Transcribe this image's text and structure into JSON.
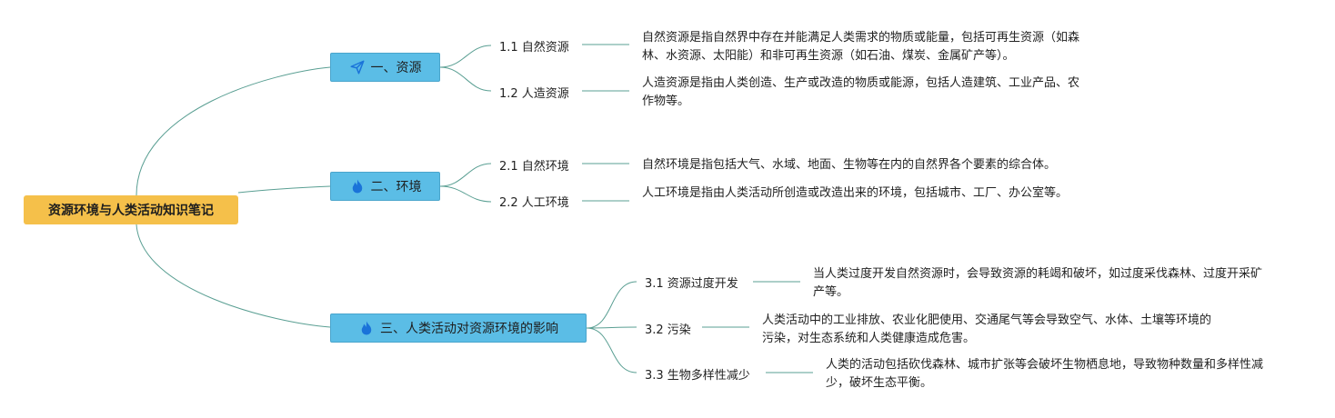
{
  "root": {
    "label": "资源环境与人类活动知识笔记"
  },
  "topics": [
    {
      "icon": "paper-plane-icon",
      "label": "一、资源",
      "subs": [
        {
          "label": "1.1 自然资源",
          "desc": "自然资源是指自然界中存在并能满足人类需求的物质或能量，包括可再生资源（如森林、水资源、太阳能）和非可再生资源（如石油、煤炭、金属矿产等）。"
        },
        {
          "label": "1.2 人造资源",
          "desc": "人造资源是指由人类创造、生产或改造的物质或能源，包括人造建筑、工业产品、农作物等。"
        }
      ]
    },
    {
      "icon": "flame-icon",
      "label": "二、环境",
      "subs": [
        {
          "label": "2.1 自然环境",
          "desc": "自然环境是指包括大气、水域、地面、生物等在内的自然界各个要素的综合体。"
        },
        {
          "label": "2.2 人工环境",
          "desc": "人工环境是指由人类活动所创造或改造出来的环境，包括城市、工厂、办公室等。"
        }
      ]
    },
    {
      "icon": "flame-icon",
      "label": "三、人类活动对资源环境的影响",
      "subs": [
        {
          "label": "3.1 资源过度开发",
          "desc": "当人类过度开发自然资源时，会导致资源的耗竭和破坏，如过度采伐森林、过度开采矿产等。"
        },
        {
          "label": "3.2 污染",
          "desc": "人类活动中的工业排放、农业化肥使用、交通尾气等会导致空气、水体、土壤等环境的污染，对生态系统和人类健康造成危害。"
        },
        {
          "label": "3.3 生物多样性减少",
          "desc": "人类的活动包括砍伐森林、城市扩张等会破坏生物栖息地，导致物种数量和多样性减少，破坏生态平衡。"
        }
      ]
    }
  ],
  "colors": {
    "root_fill": "#f5c04a",
    "topic_fill": "#5bbde6",
    "icon_color": "#1a73d9",
    "link_color": "#5a9f93"
  }
}
